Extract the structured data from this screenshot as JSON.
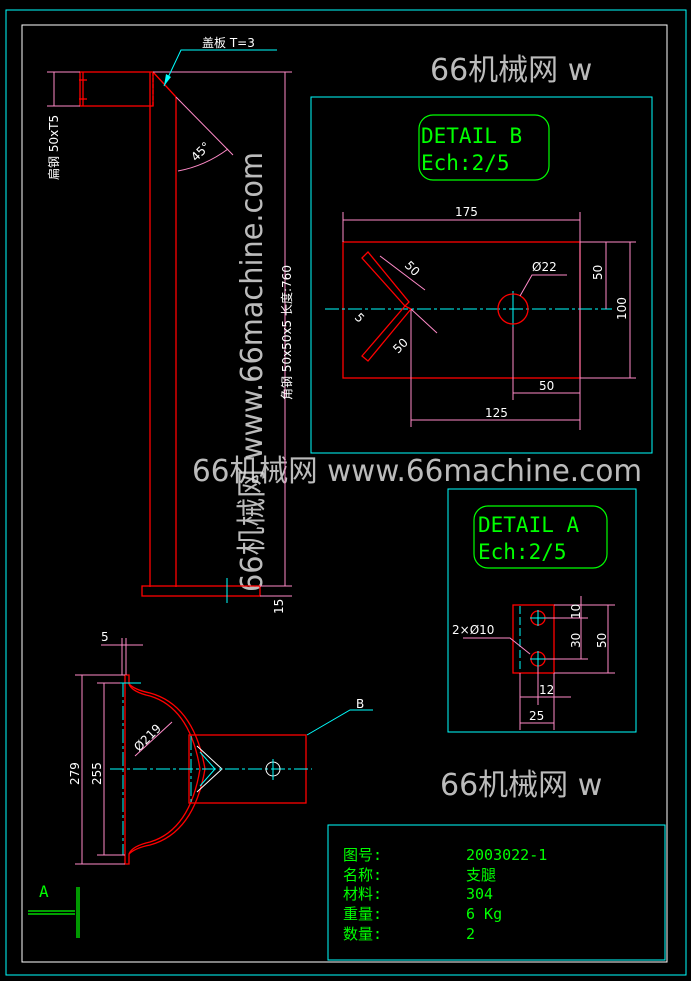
{
  "main_view": {
    "cover_plate_label": "盖板 T=3",
    "flat_bar_label": "扁钢 50xT5",
    "angle_steel_label": "角钢 50x50x5  长度:760",
    "angle_label": "45°",
    "base_dim": "15"
  },
  "detail_b": {
    "title": "DETAIL B",
    "scale": "Ech:2/5",
    "dims": {
      "width": "175",
      "hole": "Ø22",
      "half_height": "50",
      "height": "100",
      "hole_offset": "50",
      "slot_offset": "125",
      "slot_len_upper": "50",
      "slot_len_lower": "50",
      "slot_width": "5"
    }
  },
  "detail_a": {
    "title": "DETAIL A",
    "scale": "Ech:2/5",
    "holes": "2×Ø10",
    "dims": {
      "top": "10",
      "spacing": "30",
      "height": "50",
      "hole_x": "12",
      "width": "25"
    }
  },
  "bottom_view": {
    "dim_thickness": "5",
    "dim_outer": "279",
    "dim_inner": "255",
    "dim_diameter": "Ø219",
    "detail_b_marker": "B",
    "view_a_marker": "A"
  },
  "title_block": {
    "rows": [
      {
        "label": "图号:",
        "value": "2003022-1"
      },
      {
        "label": "名称:",
        "value": "支腿"
      },
      {
        "label": "材料:",
        "value": "304"
      },
      {
        "label": "重量:",
        "value": "6 Kg"
      },
      {
        "label": "数量:",
        "value": "2"
      }
    ]
  },
  "watermark": {
    "text": "66机械网 www.66machine.com",
    "short": "66机械网 w"
  },
  "colors": {
    "geometry": "#ff0000",
    "dimension": "#ff8ac8",
    "frame": "#00ffff",
    "annotation": "#00ff00"
  }
}
